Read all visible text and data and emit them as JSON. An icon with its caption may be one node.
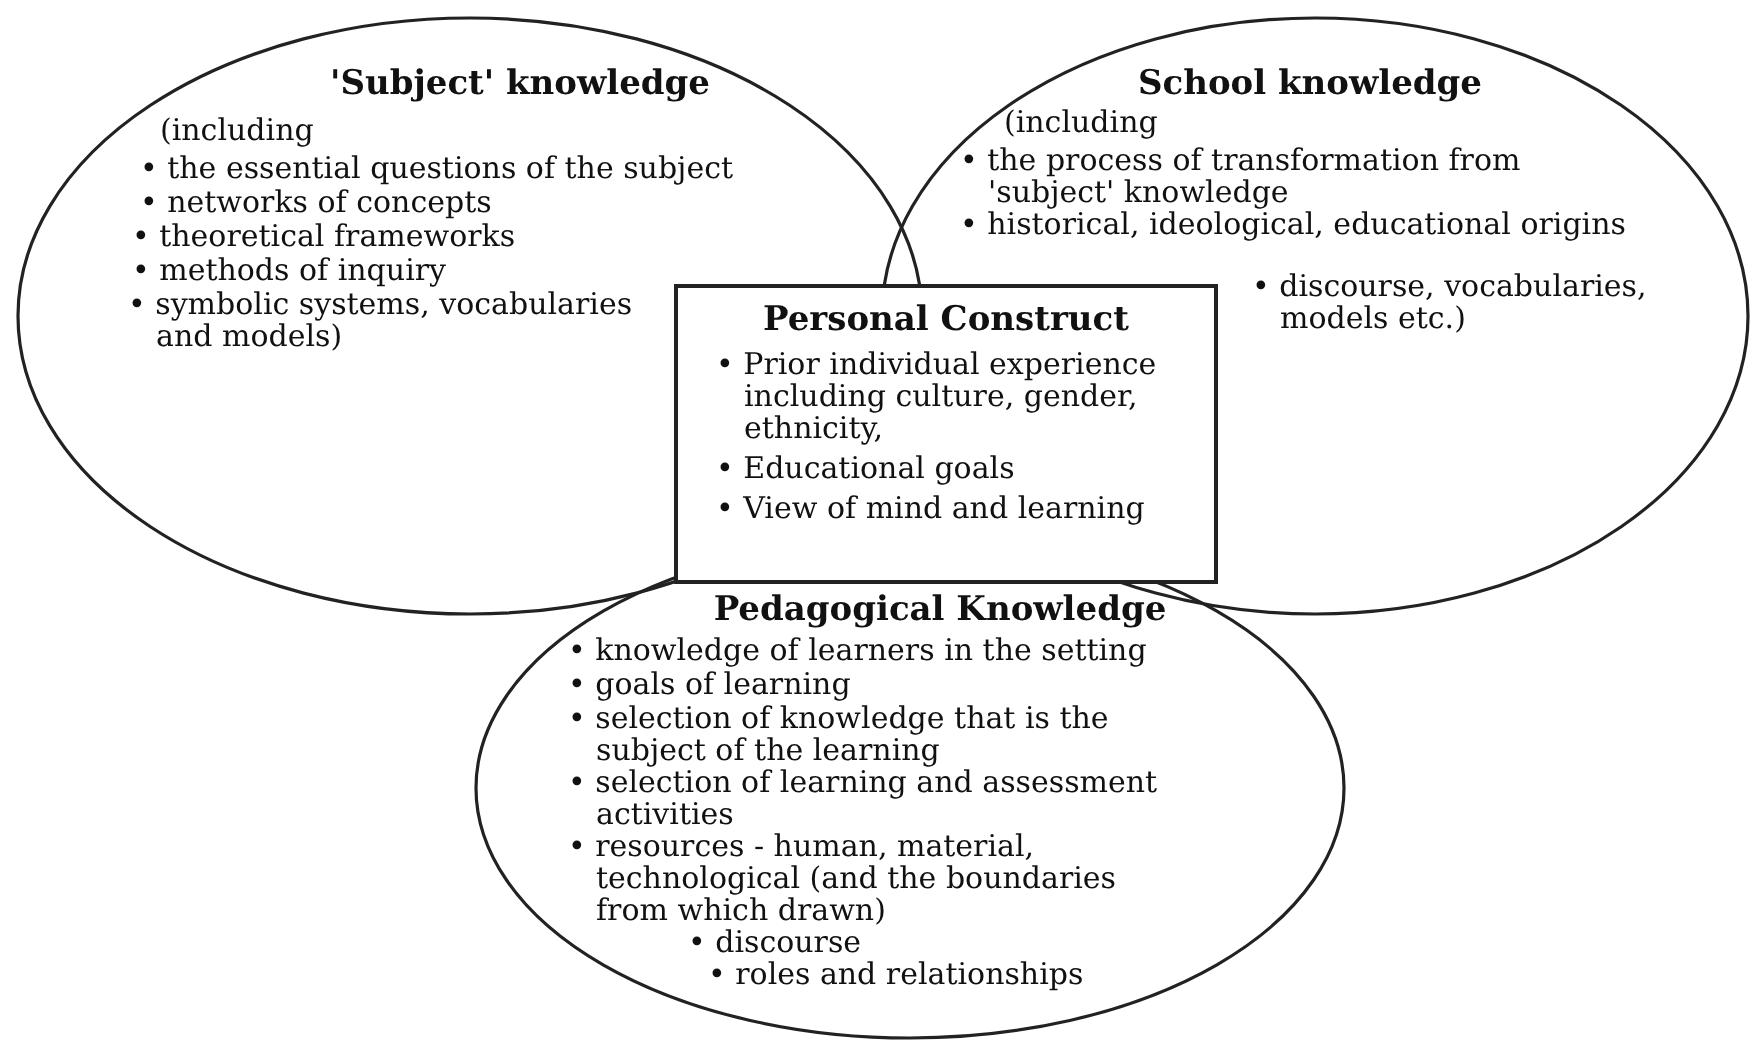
{
  "diagram": {
    "nodes": [
      {
        "text": [
          "'Subject' knowledge",
          "(including",
          "• the essential questions of the subject",
          "• networks of concepts",
          "• theoretical frameworks",
          "• methods of inquiry",
          "• symbolic systems, vocabularies and models)"
        ]
      },
      {
        "text": [
          "School knowledge",
          "(including",
          "• the process of transformation from 'subject' knowledge",
          "• historical, ideological, educational origins",
          "• discourse, vocabularies, models etc.)"
        ]
      },
      {
        "text": [
          "Personal Construct",
          "• Prior individual experience including culture, gender, ethnicity,",
          "• Educational goals",
          "• View of mind and learning"
        ]
      },
      {
        "text": [
          "Pedagogical Knowledge",
          "• knowledge of learners in the setting",
          "• goals of learning",
          "• selection of knowledge that is the subject of the learning",
          "• selection of learning and assessment activities",
          "• resources - human, material, technological (and the boundaries from which drawn)",
          "• discourse",
          "• roles and relationships"
        ]
      }
    ]
  }
}
